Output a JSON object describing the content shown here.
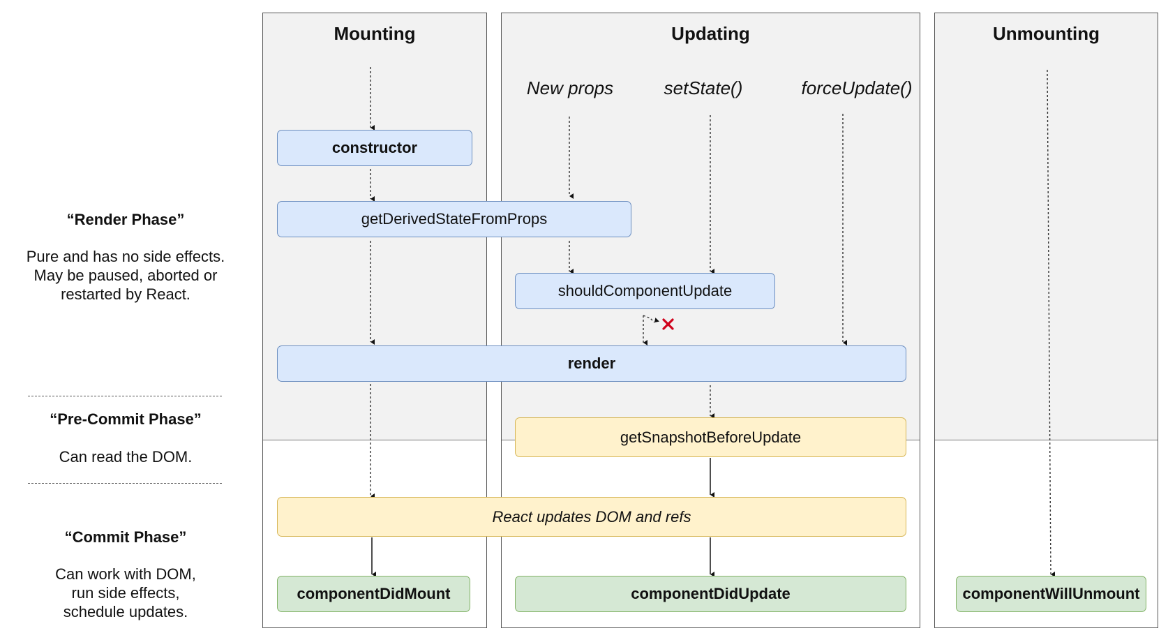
{
  "columns": {
    "mounting": "Mounting",
    "updating": "Updating",
    "unmounting": "Unmounting"
  },
  "triggers": {
    "new_props": "New props",
    "set_state": "setState()",
    "force_update": "forceUpdate()"
  },
  "methods": {
    "constructor": "constructor",
    "get_derived_state_from_props": "getDerivedStateFromProps",
    "should_component_update": "shouldComponentUpdate",
    "render": "render",
    "get_snapshot_before_update": "getSnapshotBeforeUpdate",
    "react_updates_dom": "React updates DOM and refs",
    "component_did_mount": "componentDidMount",
    "component_did_update": "componentDidUpdate",
    "component_will_unmount": "componentWillUnmount"
  },
  "phases": {
    "render": {
      "title": "“Render Phase”",
      "description": "Pure and has no side effects.\nMay be paused, aborted or\nrestarted by React."
    },
    "pre_commit": {
      "title": "“Pre-Commit Phase”",
      "description": "Can read the DOM."
    },
    "commit": {
      "title": "“Commit Phase”",
      "description": "Can work with DOM,\nrun side effects,\nschedule updates."
    }
  },
  "colors": {
    "render_box": "#dae8fc",
    "commit_box": "#fff2cc",
    "lifecycle_final_box": "#d5e8d4",
    "cancel_mark": "#d0021b"
  },
  "icons": {
    "cancel": "cross-mark-icon"
  }
}
